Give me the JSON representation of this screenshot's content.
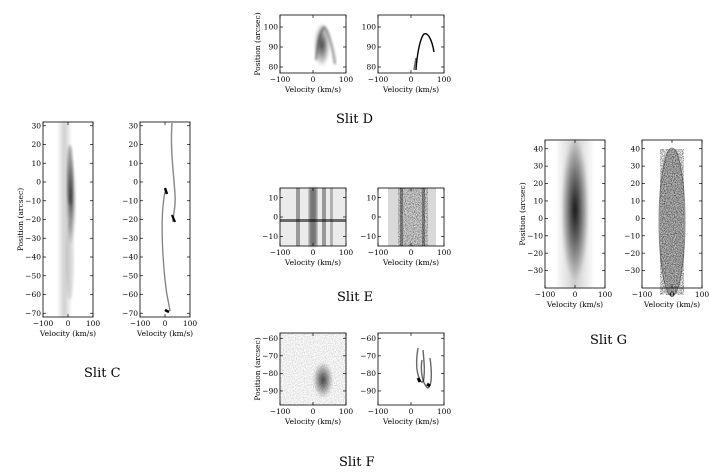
{
  "axis_labels": {
    "position": "Position (arcsec)",
    "velocity": "Velocity (km/s)"
  },
  "captions": {
    "c": "Slit C",
    "d": "Slit D",
    "e": "Slit E",
    "f": "Slit F",
    "g": "Slit G"
  },
  "chart_data": [
    {
      "type": "heatmap",
      "panel": "slit-c-observed",
      "caption": "Slit C",
      "xlabel": "Velocity (km/s)",
      "ylabel": "Position (arcsec)",
      "xlim": [
        -100,
        100
      ],
      "ylim": [
        -72,
        32
      ],
      "xticks": [
        -100,
        0,
        100
      ],
      "yticks": [
        30,
        20,
        10,
        0,
        -10,
        -20,
        -30,
        -40,
        -50,
        -60,
        -70
      ]
    },
    {
      "type": "heatmap",
      "panel": "slit-c-model",
      "caption": "Slit C",
      "xlabel": "Velocity (km/s)",
      "ylabel": "",
      "xlim": [
        -100,
        100
      ],
      "ylim": [
        -72,
        32
      ],
      "xticks": [
        -100,
        0,
        100
      ],
      "yticks": [
        30,
        20,
        10,
        0,
        -10,
        -20,
        -30,
        -40,
        -50,
        -60,
        -70
      ]
    },
    {
      "type": "heatmap",
      "panel": "slit-d-observed",
      "caption": "Slit D",
      "xlabel": "Velocity (km/s)",
      "ylabel": "Position (arcsec)",
      "xlim": [
        -100,
        100
      ],
      "ylim": [
        77,
        106
      ],
      "xticks": [
        -100,
        0,
        100
      ],
      "yticks": [
        100,
        90,
        80
      ]
    },
    {
      "type": "heatmap",
      "panel": "slit-d-model",
      "caption": "Slit D",
      "xlabel": "Velocity (km/s)",
      "ylabel": "",
      "xlim": [
        -100,
        100
      ],
      "ylim": [
        77,
        106
      ],
      "xticks": [
        -100,
        0,
        100
      ],
      "yticks": [
        100,
        90,
        80
      ]
    },
    {
      "type": "heatmap",
      "panel": "slit-e-observed",
      "caption": "Slit E",
      "xlabel": "Velocity (km/s)",
      "ylabel": "",
      "xlim": [
        -100,
        100
      ],
      "ylim": [
        -15,
        15
      ],
      "xticks": [
        -100,
        0,
        100
      ],
      "yticks": [
        10,
        0,
        -10
      ]
    },
    {
      "type": "heatmap",
      "panel": "slit-e-model",
      "caption": "Slit E",
      "xlabel": "Velocity (km/s)",
      "ylabel": "",
      "xlim": [
        -100,
        100
      ],
      "ylim": [
        -15,
        15
      ],
      "xticks": [
        -100,
        0,
        100
      ],
      "yticks": [
        10,
        0,
        -10
      ]
    },
    {
      "type": "heatmap",
      "panel": "slit-f-observed",
      "caption": "Slit F",
      "xlabel": "Velocity (km/s)",
      "ylabel": "Position (arcsec)",
      "xlim": [
        -100,
        100
      ],
      "ylim": [
        -98,
        -57
      ],
      "xticks": [
        -100,
        0,
        100
      ],
      "yticks": [
        -60,
        -70,
        -80,
        -90
      ]
    },
    {
      "type": "heatmap",
      "panel": "slit-f-model",
      "caption": "Slit F",
      "xlabel": "Velocity (km/s)",
      "ylabel": "",
      "xlim": [
        -100,
        100
      ],
      "ylim": [
        -98,
        -57
      ],
      "xticks": [
        -100,
        0,
        100
      ],
      "yticks": [
        -60,
        -70,
        -80,
        -90
      ]
    },
    {
      "type": "heatmap",
      "panel": "slit-g-observed",
      "caption": "Slit G",
      "xlabel": "Velocity (km/s)",
      "ylabel": "Position (arcsec)",
      "xlim": [
        -100,
        100
      ],
      "ylim": [
        -40,
        45
      ],
      "xticks": [
        -100,
        0,
        100
      ],
      "yticks": [
        40,
        30,
        20,
        10,
        0,
        -10,
        -20,
        -30
      ]
    },
    {
      "type": "heatmap",
      "panel": "slit-g-model",
      "caption": "Slit G",
      "xlabel": "Velocity (km/s)",
      "ylabel": "",
      "xlim": [
        -100,
        100
      ],
      "ylim": [
        -40,
        45
      ],
      "xticks": [
        -100,
        0,
        100
      ],
      "yticks": [
        40,
        30,
        20,
        10,
        0,
        -10,
        -20,
        -30
      ]
    }
  ]
}
